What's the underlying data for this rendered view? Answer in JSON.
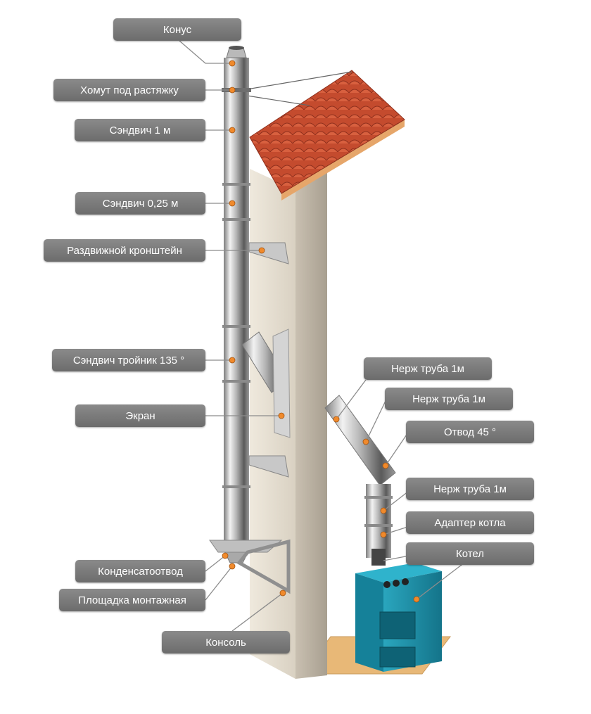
{
  "labels": {
    "konus": "Конус",
    "khomut": "Хомут под растяжку",
    "sandwich_1m": "Сэндвич 1 м",
    "sandwich_025m": "Сэндвич 0,25 м",
    "kronshtein": "Раздвижной кронштейн",
    "troynik": "Сэндвич тройник 135 °",
    "ekran": "Экран",
    "kondensatootvod": "Конденсатоотвод",
    "ploshchadka": "Площадка монтажная",
    "konsol": "Консоль",
    "nerzh_1": "Нерж труба 1м",
    "nerzh_2": "Нерж труба 1м",
    "otvod": "Отвод 45 °",
    "nerzh_3": "Нерж труба 1м",
    "adapter": "Адаптер котла",
    "kotel": "Котел"
  },
  "colors": {
    "label_bg": "#7a7a7a",
    "label_text": "#ffffff",
    "dot": "#f08a2c",
    "roof": "#c0442a",
    "wall": "#e4ddd0",
    "boiler": "#1f8fa6",
    "floor": "#e8b877"
  }
}
